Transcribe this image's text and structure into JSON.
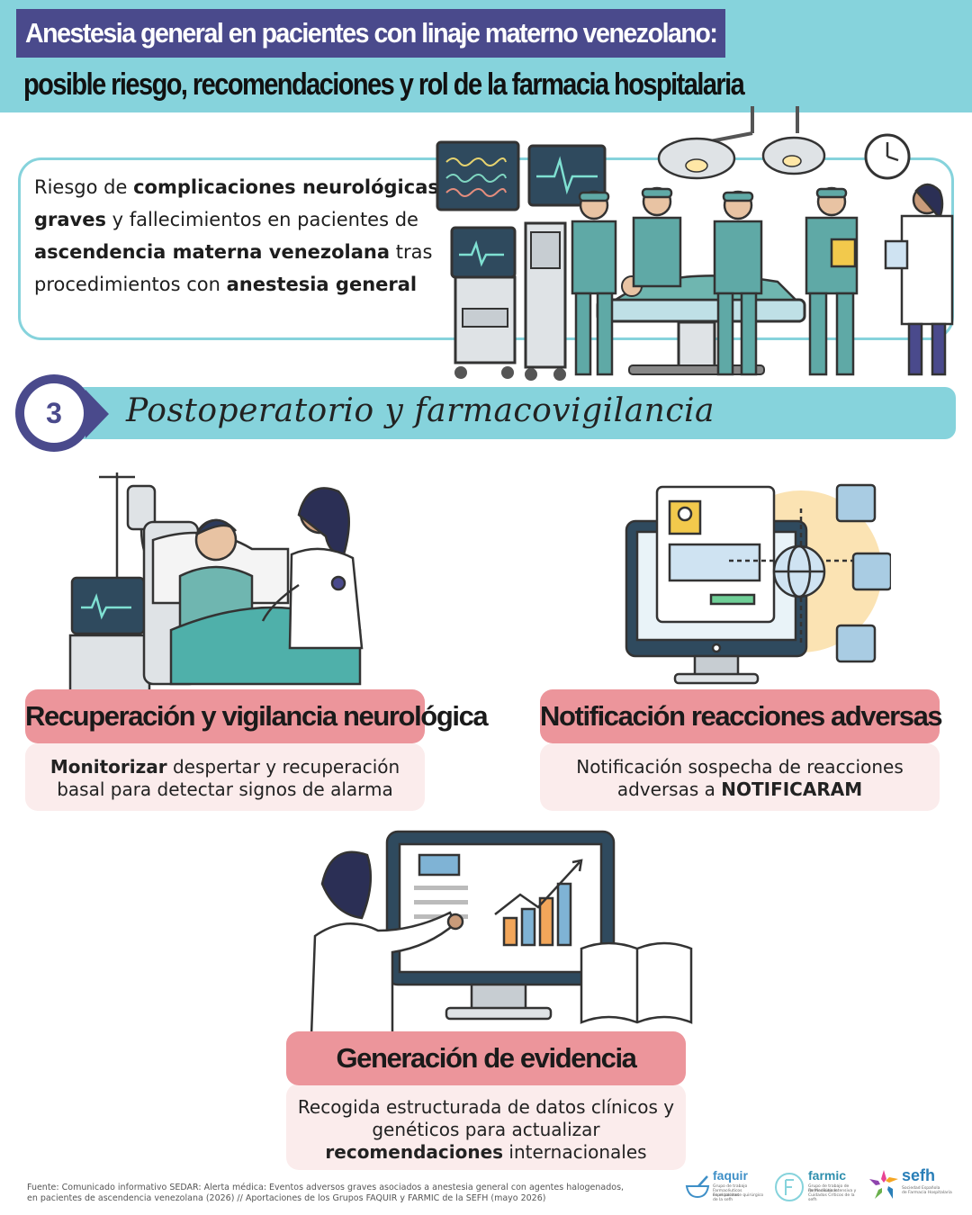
{
  "header": {
    "title_line1": "Anestesia general en pacientes con linaje materno venezolano:",
    "title_line2": "posible riesgo, recomendaciones y rol de la farmacia hospitalaria"
  },
  "intro": {
    "t1": "Riesgo de ",
    "b1": "complicaciones neurológicas graves",
    "t2": " y fallecimientos en pacientes de ",
    "b2": "ascendencia materna venezolana",
    "t3": " tras procedimientos con ",
    "b3": "anestesia general"
  },
  "section": {
    "number": "3",
    "title": "Postoperatorio y farmacovigilancia"
  },
  "cards": [
    {
      "title": "Recuperación y vigilancia neurológica",
      "bold": "Monitorizar",
      "text_after": " despertar y recuperación basal para detectar signos de alarma"
    },
    {
      "title": "Notificación reacciones adversas",
      "text_before": "Notificación sospecha de reacciones adversas a ",
      "bold": "NOTIFICARAM"
    },
    {
      "title": "Generación de evidencia",
      "text_before": "Recogida estructurada de datos clínicos y genéticos para actualizar ",
      "bold": "recomendaciones",
      "text_after": " internacionales"
    }
  ],
  "footer": {
    "source_line1": "Fuente: Comunicado informativo SEDAR: Alerta médica: Eventos adversos graves asociados a anestesia general con agentes halogenados,",
    "source_line2": "en pacientes de ascendencia venezolana (2026) // Aportaciones de los Grupos FAQUIR y FARMIC de la SEFH (mayo 2026)"
  },
  "logos": [
    {
      "name": "faquir",
      "sub1": "Grupo de trabajo",
      "sub2": "Farmacéuticos Especialistas",
      "sub3": "en el paciente quirúrgico de la sefh",
      "color": "#3e8fc7",
      "icon": "mortar-pestle-icon"
    },
    {
      "name": "farmic",
      "sub1": "Grupo de trabajo de Farmacéuticos",
      "sub2": "de Medicina Intensiva y",
      "sub3": "Cuidados Críticos de la sefh",
      "color": "#2e8fae",
      "icon": "letter-f-circle-icon"
    },
    {
      "name": "sefh",
      "sub1": "Sociedad Española",
      "sub2": "de Farmacia Hospitalaria",
      "color": "#2a7fb8",
      "icon": "sefh-star-icon"
    }
  ],
  "colors": {
    "teal": "#86d3dc",
    "navy": "#4a4a8c",
    "pink": "#ec959b",
    "pink_light": "#fbecec"
  }
}
